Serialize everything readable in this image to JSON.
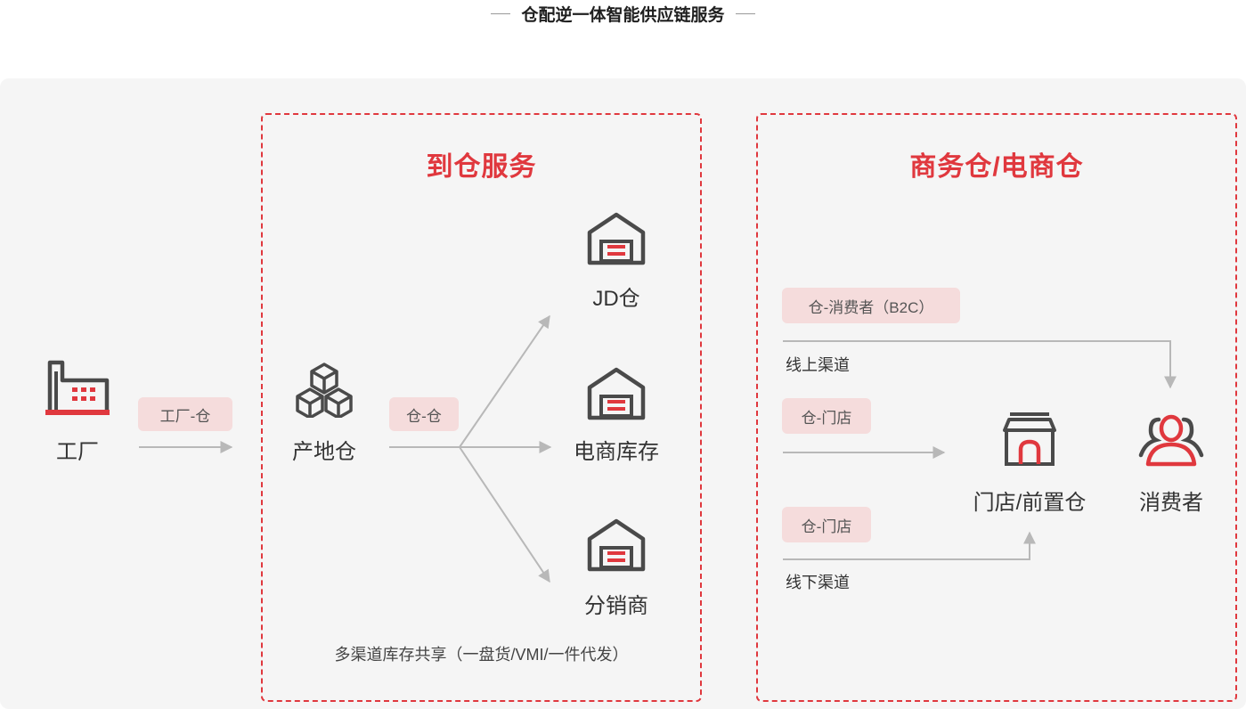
{
  "page": {
    "title": "仓配逆一体智能供应链服务"
  },
  "colors": {
    "accent": "#e0383e",
    "icon_dark": "#4a4a4a",
    "tag_bg": "#f5dcdc",
    "panel_bg": "#f5f5f5",
    "line": "#b8b8b8"
  },
  "factory": {
    "label": "工厂",
    "icon": "factory-icon"
  },
  "factory_link": {
    "tag": "工厂-仓"
  },
  "to_warehouse": {
    "title": "到仓服务",
    "origin": {
      "label": "产地仓",
      "icon": "boxes-icon"
    },
    "link_tag": "仓-仓",
    "targets": [
      {
        "label": "JD仓",
        "icon": "warehouse-icon"
      },
      {
        "label": "电商库存",
        "icon": "warehouse-icon"
      },
      {
        "label": "分销商",
        "icon": "warehouse-icon"
      }
    ],
    "note": "多渠道库存共享（一盘货/VMI/一件代发）"
  },
  "commerce": {
    "title": "商务仓/电商仓",
    "tags": {
      "b2c": "仓-消费者（B2C）",
      "store1": "仓-门店",
      "store2": "仓-门店"
    },
    "channels": {
      "online": "线上渠道",
      "offline": "线下渠道"
    },
    "store": {
      "label": "门店/前置仓",
      "icon": "store-icon"
    },
    "consumer": {
      "label": "消费者",
      "icon": "users-icon"
    }
  }
}
